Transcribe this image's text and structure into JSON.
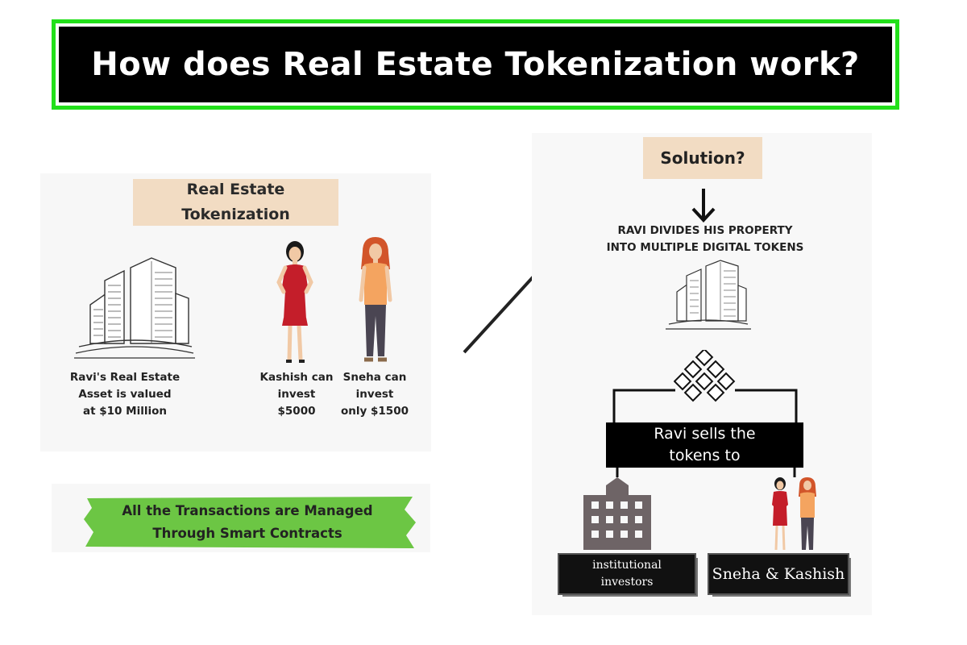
{
  "title": "How does Real Estate Tokenization work?",
  "left": {
    "tag_line1": "Real Estate",
    "tag_line2": "Tokenization",
    "asset_caption": [
      "Ravi's Real Estate",
      "Asset is valued",
      "at $10 Million"
    ],
    "kashish_caption": [
      "Kashish can",
      "invest",
      "$5000"
    ],
    "sneha_caption": [
      "Sneha can",
      "invest",
      "only $1500"
    ],
    "smart_contracts": [
      "All the Transactions are Managed",
      "Through Smart Contracts"
    ]
  },
  "right": {
    "solution": "Solution?",
    "divide_text": [
      "RAVI DIVIDES HIS PROPERTY",
      "INTO MULTIPLE DIGITAL TOKENS"
    ],
    "sells": [
      "Ravi sells the",
      "tokens to"
    ],
    "institutional": [
      "institutional",
      "investors"
    ],
    "sneha_kashish": "Sneha & Kashish"
  },
  "colors": {
    "banner_border": "#22e01a",
    "tag_beige": "#f2dcc3",
    "green_strip": "#6cc644",
    "dress_red": "#c41e2a",
    "shirt_orange": "#f4a460",
    "hair_red": "#d2552a",
    "building_gray": "#6e6466"
  },
  "icons": [
    "building-icon",
    "woman-red-dress-icon",
    "woman-orange-shirt-icon",
    "blockchain-icon",
    "down-arrow-icon",
    "diagonal-arrow-icon",
    "office-building-icon"
  ]
}
